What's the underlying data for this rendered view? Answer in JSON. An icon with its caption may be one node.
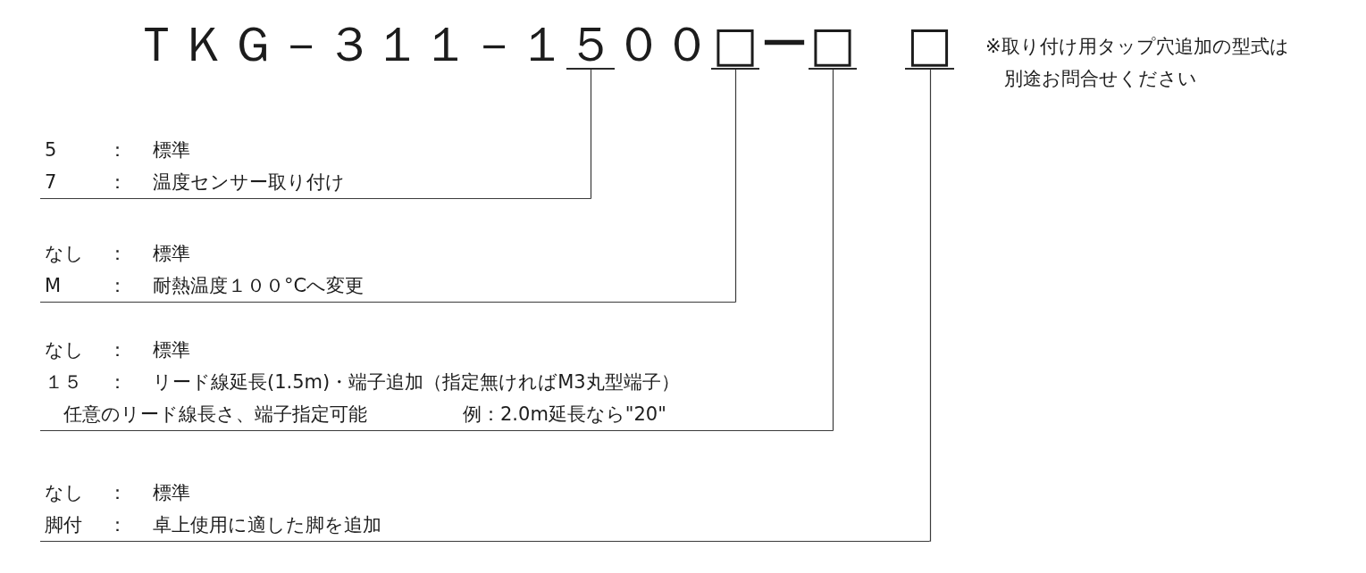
{
  "diagram": {
    "nodes": [
      {
        "text": [
          "５"
        ]
      },
      {
        "text": [
          "□"
        ]
      },
      {
        "text": [
          "□"
        ]
      },
      {
        "text": [
          "□"
        ]
      },
      {
        "text": [
          "5",
          "：",
          "標準",
          "7",
          "：",
          "温度センサー取り付け"
        ]
      },
      {
        "text": [
          "なし",
          "：",
          "標準",
          "M",
          "：",
          "耐熱温度１００°Cへ変更"
        ]
      },
      {
        "text": [
          "なし",
          "：",
          "標準",
          "１５",
          "：",
          "リード線延長(1.5m)・端子追加（指定無ければM3丸型端子）",
          "任意のリード線長さ、端子指定可能",
          "例：2.0m延長なら\"20\""
        ]
      },
      {
        "text": [
          "なし",
          "：",
          "標準",
          "脚付",
          "：",
          "卓上使用に適した脚を追加"
        ]
      }
    ],
    "edges": [
      {
        "from": 0,
        "to": 4,
        "arrow": "none"
      },
      {
        "from": 1,
        "to": 5,
        "arrow": "none"
      },
      {
        "from": 2,
        "to": 6,
        "arrow": "none"
      },
      {
        "from": 3,
        "to": 7,
        "arrow": "none"
      }
    ],
    "labels": [
      "ＴＫＧ－３１１－１",
      "００",
      "ー",
      "※取り付け用タップ穴追加の型式は別途お問合せください"
    ]
  }
}
